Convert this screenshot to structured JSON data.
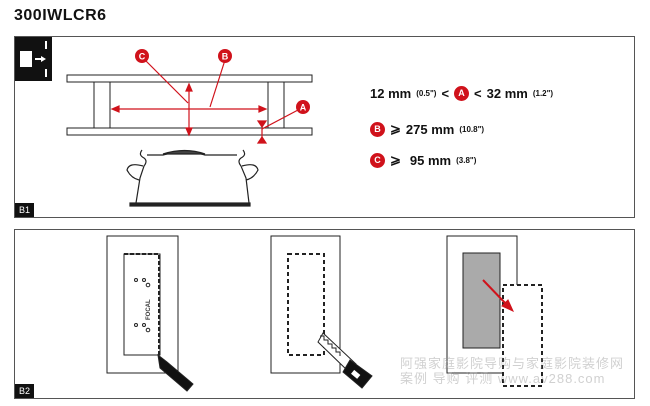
{
  "title": "300IWLCR6",
  "panel1": {
    "label": "B1",
    "specs": [
      {
        "min": "12 mm",
        "min_in": "(0.5\")",
        "lt1": "<",
        "badge": "A",
        "lt2": "<",
        "max": "32 mm",
        "max_in": "(1.2\")"
      },
      {
        "badge": "B",
        "op": "⩾",
        "value": "275 mm",
        "value_in": "(10.8\")"
      },
      {
        "badge": "C",
        "op": "⩾",
        "value": "95 mm",
        "value_in": "(3.8\")"
      }
    ],
    "diagram_labels": [
      "C",
      "B",
      "A"
    ]
  },
  "panel2": {
    "label": "B2",
    "logo": "FOCAL"
  },
  "watermark": {
    "line1": "阿强家庭影院导购与家庭影院装修网",
    "line2": "案例 导购 评测 www.av288.com"
  },
  "colors": {
    "accent": "#d0121b"
  }
}
